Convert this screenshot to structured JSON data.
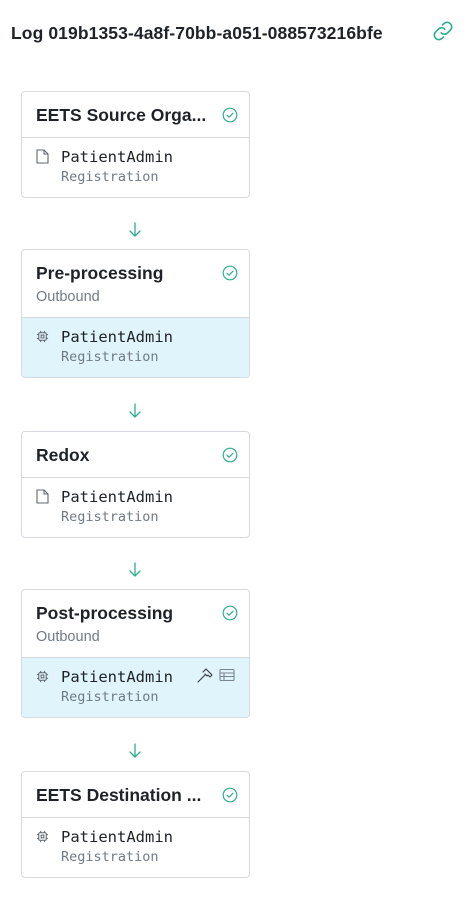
{
  "header": {
    "title": "Log 019b1353-4a8f-70bb-a051-088573216bfe",
    "link_icon": "link-icon"
  },
  "colors": {
    "accent": "#2eae8f",
    "highlight_bg": "#e0f5fb",
    "border": "#d6dadf",
    "muted_text": "#707a84"
  },
  "steps": [
    {
      "title": "EETS Source Orga...",
      "subtitle": "",
      "status_icon": "check-circle-icon",
      "icon": "file-icon",
      "message": "PatientAdmin",
      "event": "Registration",
      "highlighted": false
    },
    {
      "title": "Pre-processing",
      "subtitle": "Outbound",
      "status_icon": "check-circle-icon",
      "icon": "cpu-icon",
      "message": "PatientAdmin",
      "event": "Registration",
      "highlighted": true
    },
    {
      "title": "Redox",
      "subtitle": "",
      "status_icon": "check-circle-icon",
      "icon": "file-icon",
      "message": "PatientAdmin",
      "event": "Registration",
      "highlighted": false
    },
    {
      "title": "Post-processing",
      "subtitle": "Outbound",
      "status_icon": "check-circle-icon",
      "icon": "cpu-icon",
      "message": "PatientAdmin",
      "event": "Registration",
      "highlighted": true,
      "tool_icons": [
        "hammer-icon",
        "table-icon"
      ]
    },
    {
      "title": "EETS Destination ...",
      "subtitle": "",
      "status_icon": "check-circle-icon",
      "icon": "cpu-icon",
      "message": "PatientAdmin",
      "event": "Registration",
      "highlighted": false
    }
  ],
  "connector_icon": "arrow-down-icon"
}
